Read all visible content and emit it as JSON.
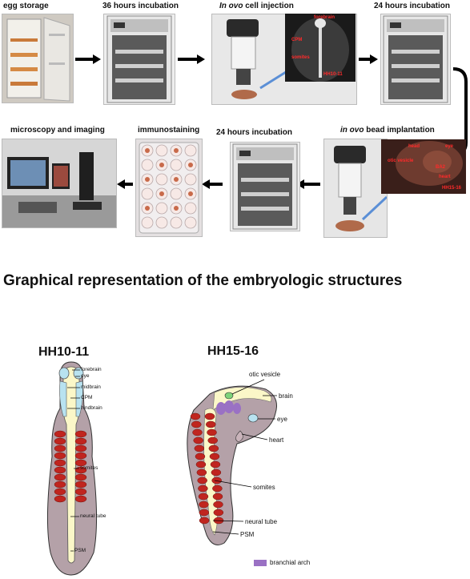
{
  "workflow": {
    "steps": [
      {
        "prefix": "",
        "italic": "",
        "text": "egg storage"
      },
      {
        "prefix": "",
        "italic": "",
        "text": "36 hours incubation"
      },
      {
        "prefix": "",
        "italic": "In ovo",
        "text": " cell injection"
      },
      {
        "prefix": "",
        "italic": "",
        "text": "24 hours incubation"
      },
      {
        "prefix": "",
        "italic": "in ovo",
        "text": " bead implantation"
      },
      {
        "prefix": "",
        "italic": "",
        "text": "24 hours incubation"
      },
      {
        "prefix": "",
        "italic": "",
        "text": "immunostaining"
      },
      {
        "prefix": "",
        "italic": "",
        "text": "microscopy and imaging"
      }
    ],
    "inset1": {
      "labels": [
        "forebrain",
        "CPM",
        "somites",
        "HH10-11"
      ]
    },
    "inset2": {
      "labels": [
        "head",
        "eye",
        "otic vesicle",
        "BA2",
        "heart",
        "HH15-16"
      ]
    }
  },
  "section_title": "Graphical representation of the embryologic structures",
  "embryo1": {
    "stage": "HH10-11",
    "labels": {
      "forebrain": "forebrain",
      "eye": "eye",
      "midbrain": "midbrain",
      "cpm": "CPM",
      "hindbrain": "hindbrain",
      "somites": "somites",
      "neural_tube": "neural tube",
      "psm": "PSM"
    }
  },
  "embryo2": {
    "stage": "HH15-16",
    "labels": {
      "otic_vesicle": "otic vesicle",
      "brain": "brain",
      "eye": "eye",
      "heart": "heart",
      "somites": "somites",
      "neural_tube": "neural tube",
      "psm": "PSM"
    },
    "legend": "branchial arch"
  },
  "colors": {
    "embryo_body": "#b4a1a8",
    "neural_tube": "#fbf7c8",
    "somites": "#c0251f",
    "eye_blue": "#b8e2f0",
    "branchial_arch": "#9a71c4",
    "otic": "#7ed37a"
  },
  "icons": [
    "arrow-right-icon",
    "arrow-left-icon",
    "arrow-curve-down-icon"
  ]
}
